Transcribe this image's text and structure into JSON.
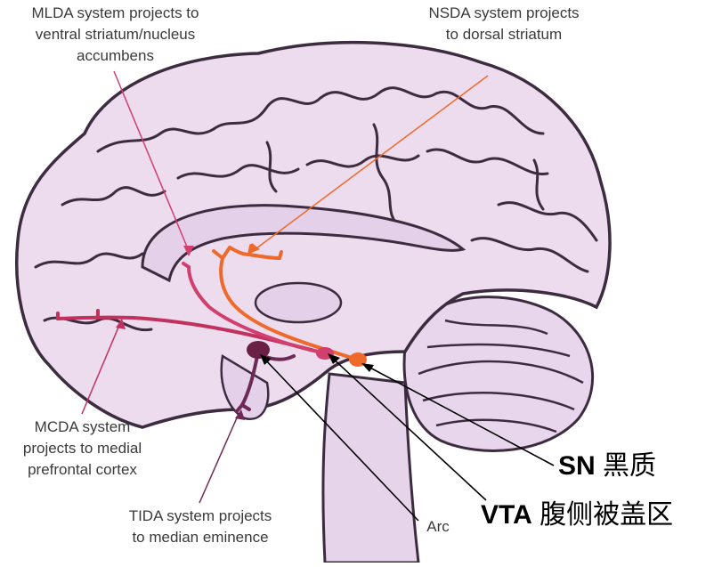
{
  "labels": {
    "mlda": "MLDA system projects to\nventral striatum/nucleus\naccumbens",
    "nsda": "NSDA system projects\nto dorsal striatum",
    "mcda": "MCDA system\nprojects to medial\nprefrontal cortex",
    "tida": "TIDA system projects\nto median eminence",
    "arc": "Arc"
  },
  "callouts": {
    "sn_abbr": "SN",
    "sn_cn": "黑质",
    "vta_abbr": "VTA",
    "vta_cn": "腹侧被盖区"
  },
  "colors": {
    "brain_fill": "#ecdcee",
    "brain_outline": "#3d2b40",
    "gyrus_fill": "#e4d0e8",
    "mlda": "#d23e6e",
    "mcda": "#c2305e",
    "nsda": "#ef6a2a",
    "tida": "#6d2a56",
    "arc_nucleus": "#6a1f45"
  }
}
